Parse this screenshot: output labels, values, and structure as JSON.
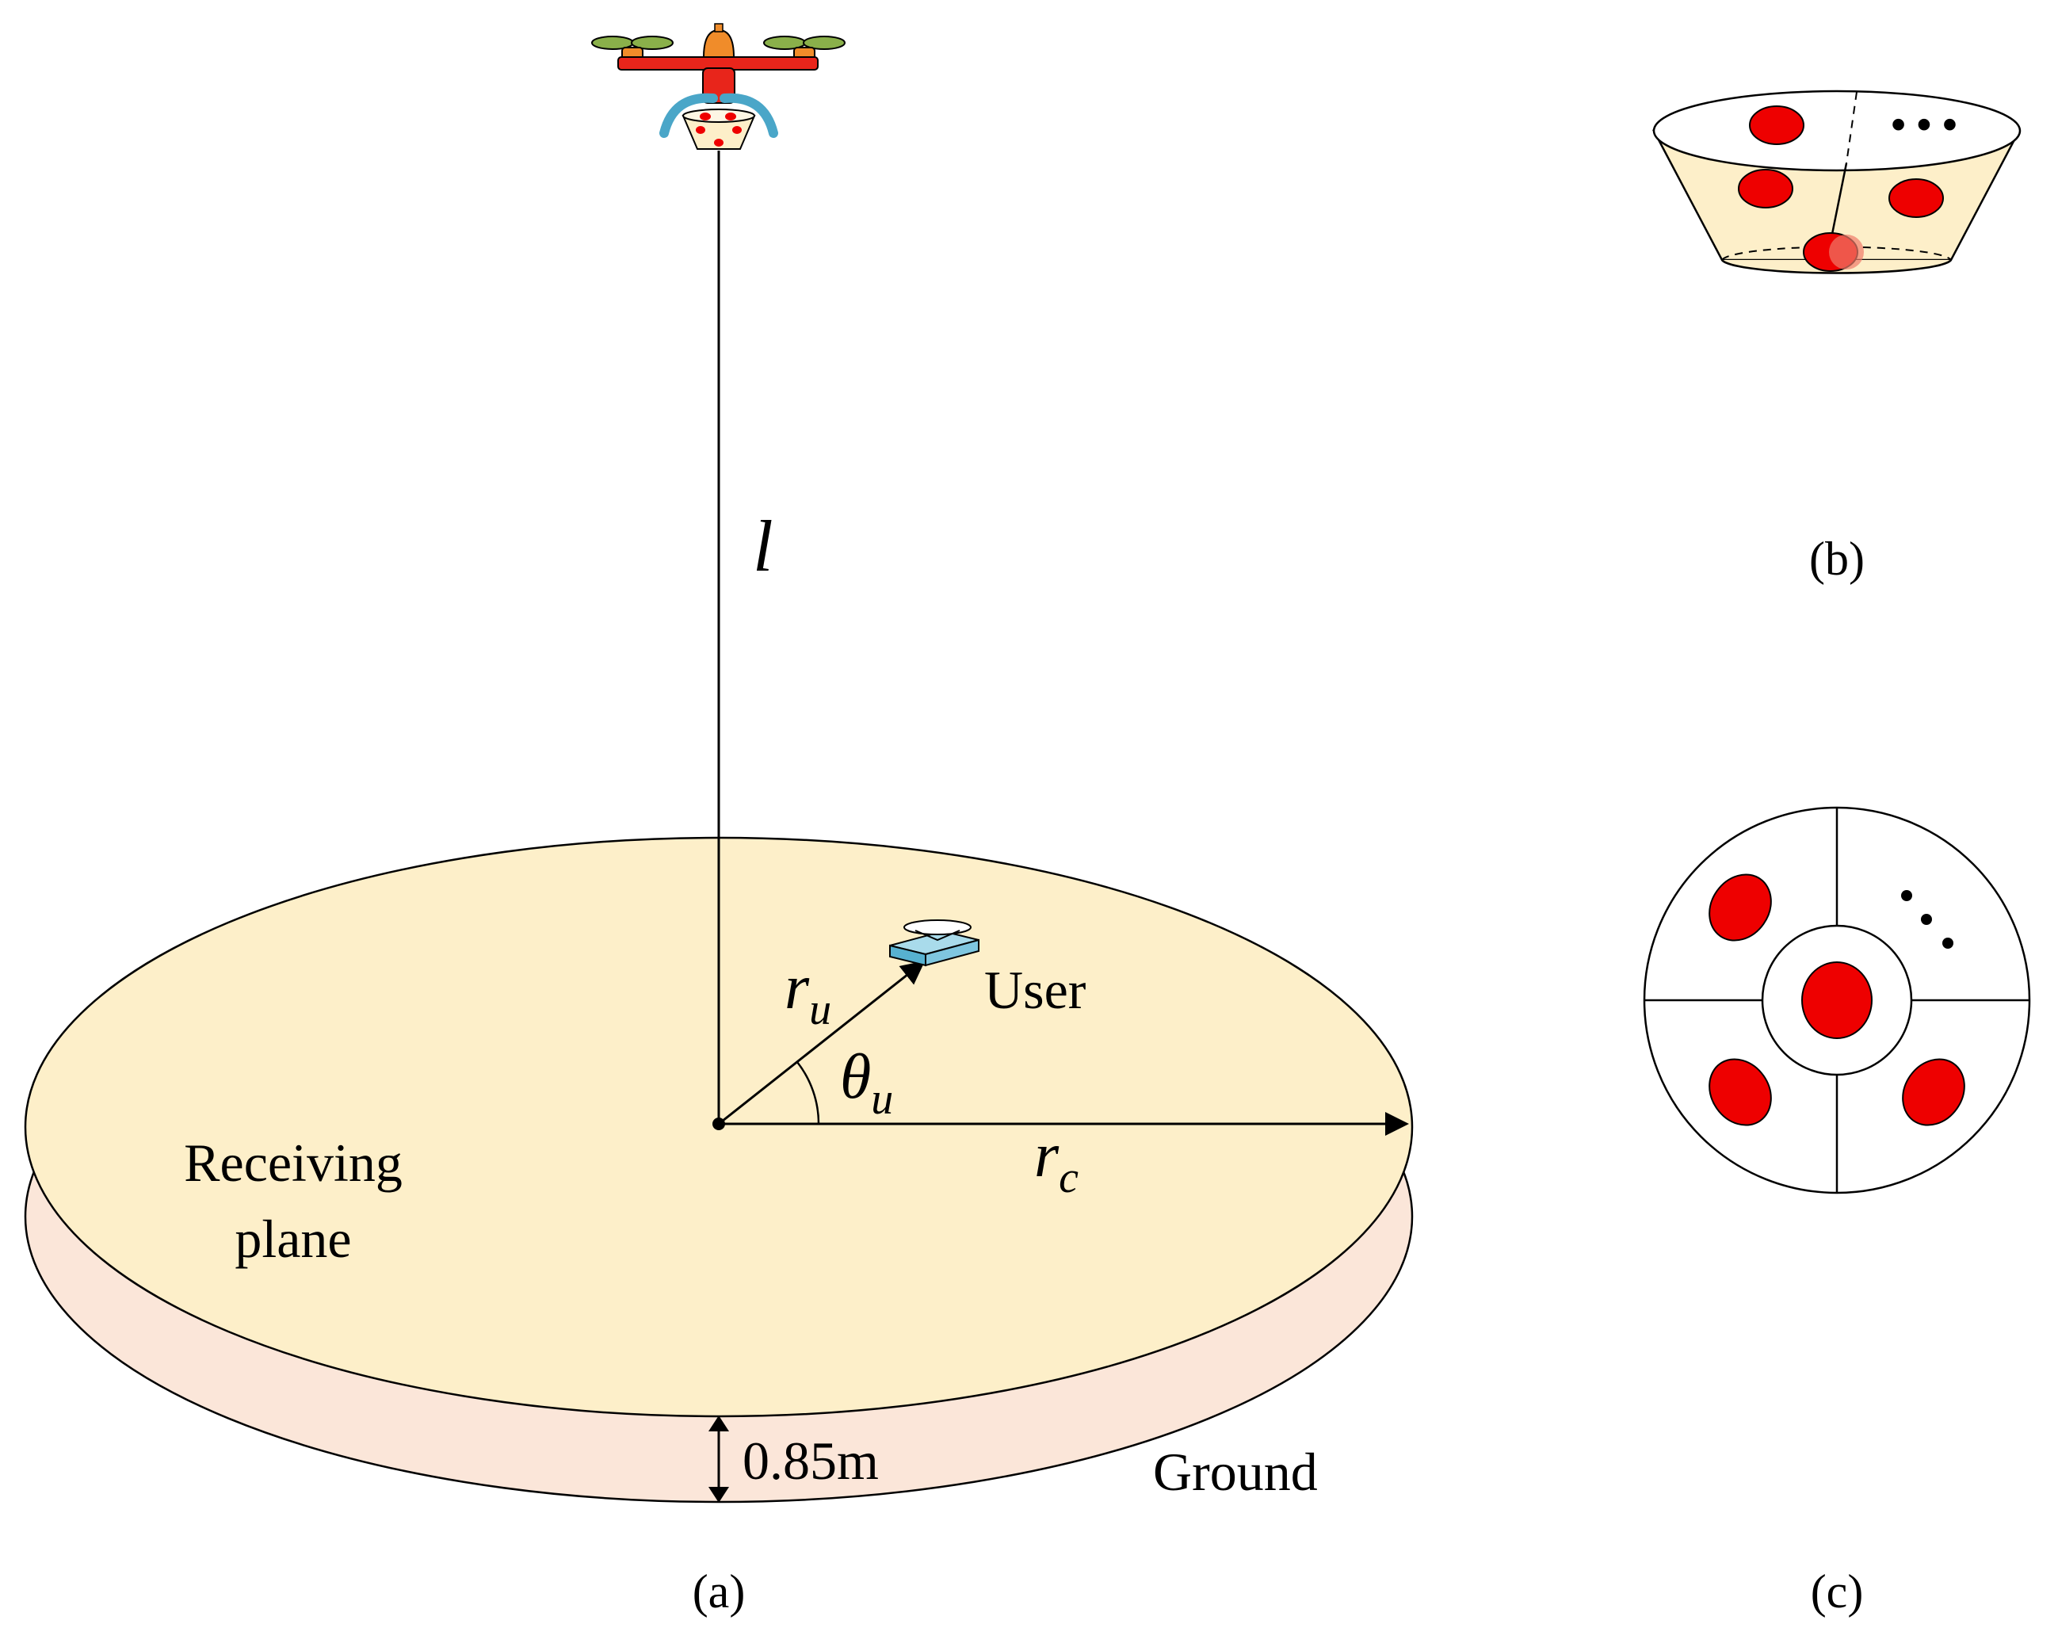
{
  "figure": {
    "panel_a": {
      "caption": "(a)",
      "cable_label": "l",
      "user_label": "User",
      "radius_user": {
        "base": "r",
        "sub": "u"
      },
      "angle_user": {
        "base": "θ",
        "sub": "u"
      },
      "radius_cell": {
        "base": "r",
        "sub": "c"
      },
      "receiving_plane_label": [
        "Receiving",
        "plane"
      ],
      "height_label": "0.85m",
      "ground_label": "Ground"
    },
    "panel_b": {
      "caption": "(b)",
      "ellipsis": "• • •"
    },
    "panel_c": {
      "caption": "(c)",
      "ellipsis": "• • •"
    },
    "colors": {
      "plane_fill": "#fdefc9",
      "ground_fill": "#fbe6d9",
      "led_red": "#ee0000",
      "drone_red": "#e8251b",
      "drone_orange": "#f08c2a",
      "guard_blue": "#4aa6c8",
      "prop_green": "#8ab04a",
      "receiver_blue": "#57b1d0"
    }
  }
}
